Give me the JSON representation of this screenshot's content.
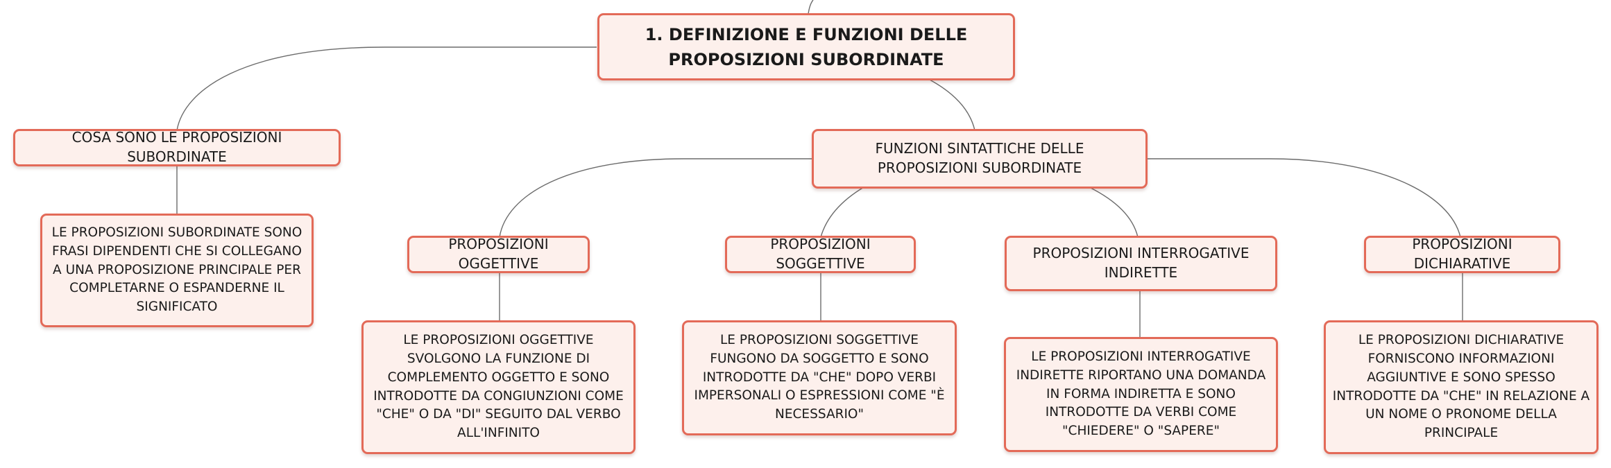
{
  "mindmap": {
    "root": {
      "label": "1. DEFINIZIONE E FUNZIONI DELLE PROPOSIZIONI SUBORDINATE"
    },
    "branches": [
      {
        "label": "COSA SONO LE PROPOSIZIONI SUBORDINATE",
        "children": [
          {
            "label": "LE PROPOSIZIONI SUBORDINATE SONO FRASI DIPENDENTI CHE SI COLLEGANO A UNA PROPOSIZIONE PRINCIPALE PER COMPLETARNE O ESPANDERNE IL SIGNIFICATO"
          }
        ]
      },
      {
        "label": "FUNZIONI SINTATTICHE DELLE PROPOSIZIONI SUBORDINATE",
        "children": [
          {
            "label": "PROPOSIZIONI OGGETTIVE",
            "detail": "LE PROPOSIZIONI OGGETTIVE SVOLGONO LA FUNZIONE DI COMPLEMENTO OGGETTO E SONO INTRODOTTE DA CONGIUNZIONI COME \"CHE\" O DA \"DI\" SEGUITO DAL VERBO ALL'INFINITO"
          },
          {
            "label": "PROPOSIZIONI SOGGETTIVE",
            "detail": "LE PROPOSIZIONI SOGGETTIVE FUNGONO DA SOGGETTO E SONO INTRODOTTE DA \"CHE\" DOPO VERBI IMPERSONALI O ESPRESSIONI COME \"È NECESSARIO\""
          },
          {
            "label": "PROPOSIZIONI INTERROGATIVE INDIRETTE",
            "detail": "LE PROPOSIZIONI INTERROGATIVE INDIRETTE RIPORTANO UNA DOMANDA IN FORMA INDIRETTA E SONO INTRODOTTE DA VERBI COME \"CHIEDERE\" O \"SAPERE\""
          },
          {
            "label": "PROPOSIZIONI DICHIARATIVE",
            "detail": "LE PROPOSIZIONI DICHIARATIVE FORNISCONO INFORMAZIONI AGGIUNTIVE E SONO SPESSO INTRODOTTE DA \"CHE\" IN RELAZIONE A UN NOME O PRONOME DELLA PRINCIPALE"
          }
        ]
      }
    ]
  },
  "colors": {
    "node_border": "#e36a58",
    "node_fill": "#fdf0ec",
    "connector": "#6b6b6b"
  }
}
